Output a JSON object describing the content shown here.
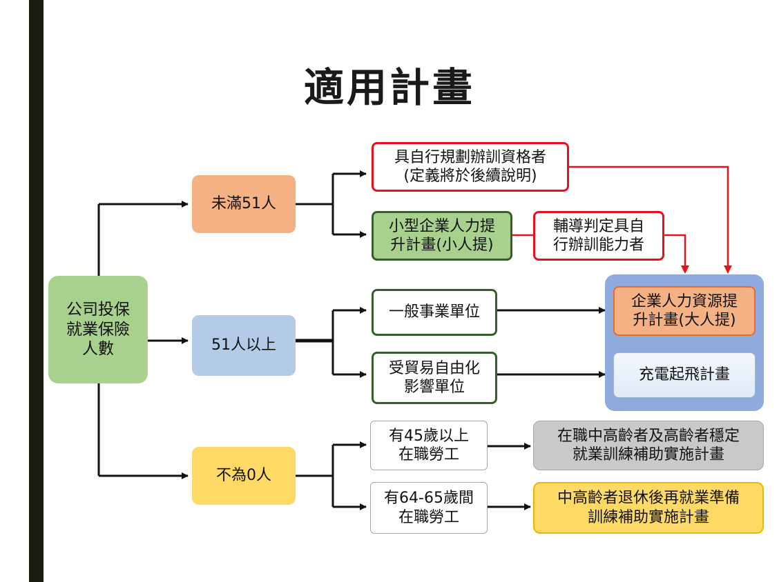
{
  "title": "適用計畫",
  "nodes": {
    "root": "公司投保\n就業保險\n人數",
    "under51": "未滿51人",
    "over51": "51人以上",
    "nonzero": "不為0人",
    "self_training": "具自行規劃辦訓資格者\n(定義將於後續說明)",
    "small_plan": "小型企業人力提\n升計畫(小人提)",
    "guidance": "輔導判定具自\n行辦訓能力者",
    "general_unit": "一般事業單位",
    "trade_unit": "受貿易自由化\n影響單位",
    "age45": "有45歲以上\n在職勞工",
    "age64": "有64-65歲間\n在職勞工",
    "big_plan": "企業人力資源提\n升計畫(大人提)",
    "charge_plan": "充電起飛計畫",
    "senior_stable_plan": "在職中高齡者及高齡者穩定\n就業訓練補助實施計畫",
    "retire_plan": "中高齡者退休後再就業準備\n訓練補助實施計畫"
  },
  "colors": {
    "green": "#a9d18e",
    "orange": "#f4b183",
    "blue": "#b4cbe8",
    "yellow": "#ffd966",
    "red": "#e8101a",
    "dark_green": "#355e2a",
    "panel_blue": "#8faadc",
    "gray": "#c9c9c9"
  }
}
